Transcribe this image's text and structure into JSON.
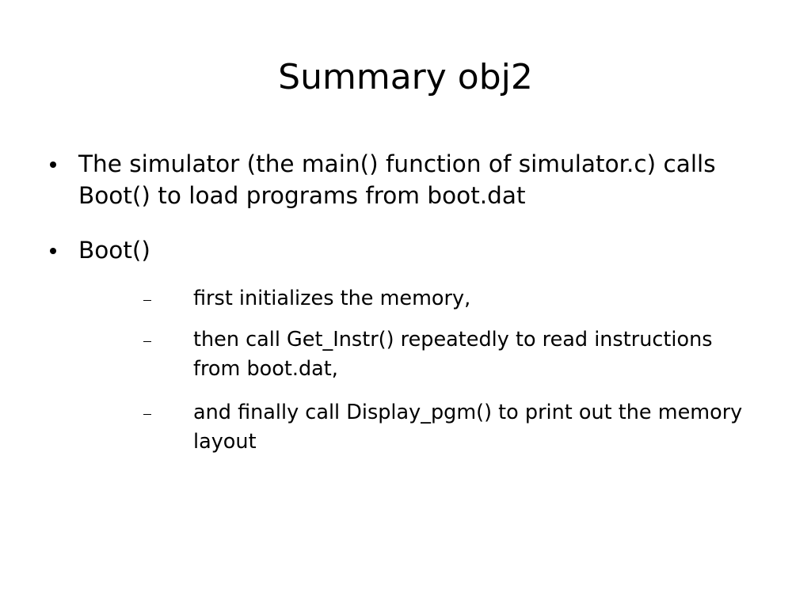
{
  "slide": {
    "title": "Summary obj2",
    "bullets": [
      {
        "text": "The simulator (the main() function of simulator.c) calls Boot() to load programs from boot.dat"
      },
      {
        "text": "Boot()"
      }
    ],
    "sub_bullets": [
      {
        "text": "first initializes the memory,"
      },
      {
        "text": "then call Get_Instr() repeatedly to read instructions from boot.dat,"
      },
      {
        "text": "and finally call Display_pgm() to print out the memory layout"
      }
    ]
  }
}
